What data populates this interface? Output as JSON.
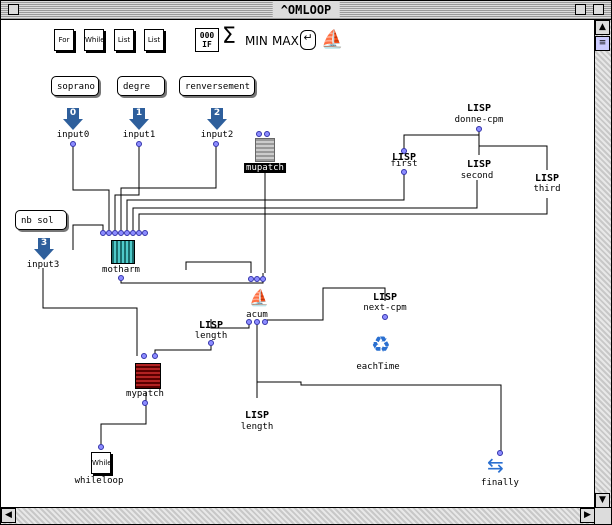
{
  "window": {
    "title": "^OMLOOP"
  },
  "toolbar": {
    "items": [
      "For",
      "While",
      "List",
      "List",
      "IF",
      "Σ",
      "MIN",
      "MAX"
    ]
  },
  "inputs": {
    "boxes": [
      "soprano",
      "degre",
      "renversement",
      "nb sol"
    ],
    "arrows": [
      {
        "num": "0",
        "label": "input0"
      },
      {
        "num": "1",
        "label": "input1"
      },
      {
        "num": "2",
        "label": "input2"
      },
      {
        "num": "3",
        "label": "input3"
      }
    ]
  },
  "lisp": {
    "tag": "LISP",
    "donne": "donne-cpm",
    "first": "first",
    "second": "second",
    "third": "third",
    "length1": "length",
    "nextcpm": "next-cpm",
    "length2": "length"
  },
  "boxes": {
    "mupatch": "mupatch",
    "motharm": "motharm",
    "acum": "acum",
    "mypatch": "mypatch",
    "eachtime": "eachTime",
    "whileloop": "whileloop",
    "whiledoc": "While",
    "finally": "finally"
  }
}
